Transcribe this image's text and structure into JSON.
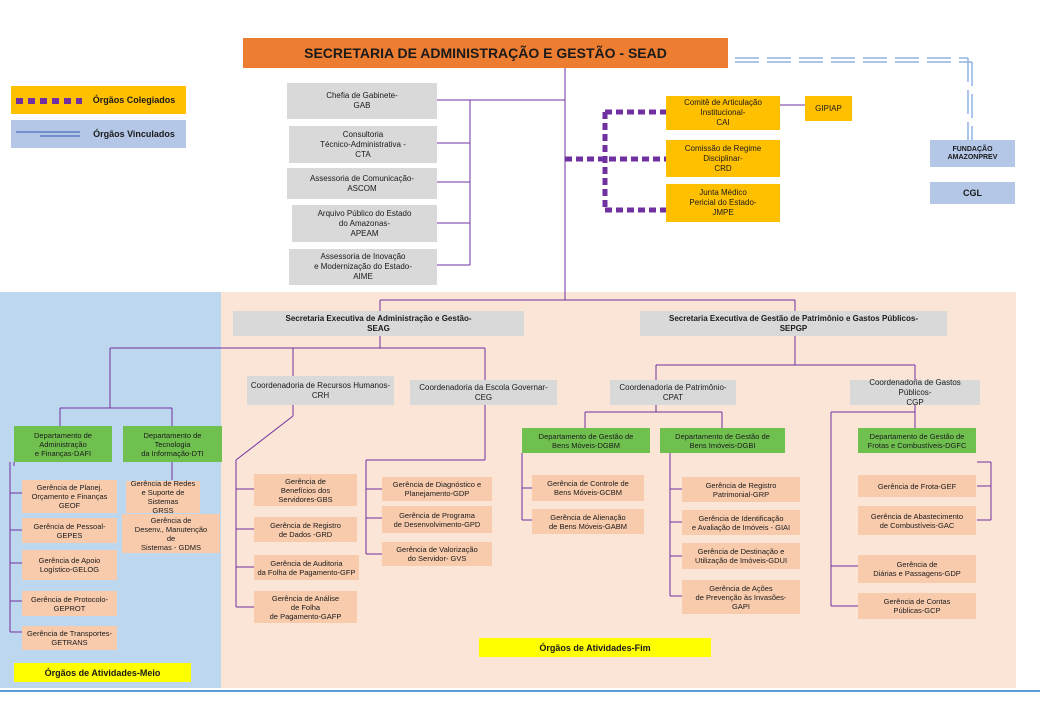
{
  "title": "SECRETARIA DE ADMINISTRAÇÃO E GESTÃO - SEAD",
  "legend": {
    "colegiados": "Órgãos Colegiados",
    "vinculados": "Órgãos Vinculados"
  },
  "staff": {
    "gab": "Chefia de Gabinete-\nGAB",
    "cta": "Consultoria\nTécnico-Administrativa -\nCTA",
    "ascom": "Assessoria de Comunicação-\nASCOM",
    "apeam": "Arquivo Público do Estado\ndo  Amazonas-\nAPEAM",
    "aime": "Assessoria de Inovação\ne Modernização  do Estado-\nAIME"
  },
  "colegiados": {
    "cai": "Comitê de Articulação\nInstitucional-\nCAI",
    "gipiap": "GIPIAP",
    "crd": "Comissão de Regime\nDisciplinar-\nCRD",
    "jmpe": "Junta Médico\nPericial do Estado-\nJMPE"
  },
  "vinculados": {
    "amazonprev": "FUNDAÇÃO\nAMAZONPREV",
    "cgl": "CGL"
  },
  "seag": {
    "name": "Secretaria Executiva de Administração e Gestão-\nSEAG",
    "dafi": "Departamento  de\nAdministração\ne Finanças-DAFI",
    "dti": "Departamento  de\nTecnologia\nda Informação-DTI",
    "geof": "Gerência de Planej.\nOrçamento e Finanças\nGEOF",
    "gepes": "Gerência de Pessoal-\nGEPES",
    "gelog": "Gerência de Apoio\nLogístico-GELOG",
    "geprot": "Gerência de Protocolo-\nGEPROT",
    "getrans": "Gerência de Transportes-\nGETRANS",
    "grss": "Gerência de Redes\ne Suporte de Sistemas\nGRSS",
    "gdms": "Gerência  de\nDesenv.,  Manutenção\nde\nSistemas - GDMS",
    "crh": "Coordenadoria  de  Recursos Humanos-\nCRH",
    "ceg": "Coordenadoria  da Escola Governar-\nCEG",
    "gbs": "Gerência de\nBenefícios  dos\nServidores-GBS",
    "grd": "Gerência de Registro\nde Dados  -GRD",
    "gfp": "Gerência de Auditoria\nda  Folha de Pagamento-GFP",
    "gafp": "Gerência de  Análise\nde Folha\nde Pagamento-GAFP",
    "gdp": "Gerência de Diagnóstico e\nPlanejamento-GDP",
    "gpd": "Gerência de Programa\nde Desenvolvimento-GPD",
    "gvs": "Gerência de Valorização\ndo Servidor-  GVS"
  },
  "sepgp": {
    "name": "Secretaria Executiva de Gestão de Patrimônio e Gastos Públicos-\nSEPGP",
    "cpat": "Coordenadoria  de  Patrimônio-\nCPAT",
    "cgp": "Coordenadoria  de  Gastos Públicos-\nCGP",
    "dgbm": "Departamento de Gestão de\nBens Móveis-DGBM",
    "dgbi": "Departamento de Gestão de\nBens Imóveis-DGBI",
    "dgfc": "Departamento de Gestão de\nFrotas e Combustíveis-DGFC",
    "gcbm": "Gerência de Controle de\nBens Móveis-GCBM",
    "gabm": "Gerência de Alienação\nde  Bens  Móveis-GABM",
    "grp": "Gerência de Registro\nPatrimonial-GRP",
    "giai": "Gerência de Identificação\ne Avaliação de Imóveis  - GIAI",
    "gdui": "Gerência de Destinação e\nUtilização de Imóveis-GDUI",
    "gapi": "Gerência de Ações\nde Prevenção  às Invasões-\nGAPI",
    "gef": "Gerência de Frota-GEF",
    "gac": "Gerência de Abastecimento\nde Combustíveis-GAC",
    "gdp2": "Gerência de\nDiárias e Passagens-GDP",
    "gcp": "Gerência de Contas\nPúblicas-GCP"
  },
  "areas": {
    "meio": "Órgãos de Atividades-Meio",
    "fim": "Órgãos de Atividades-Fim"
  },
  "colors": {
    "title_bg": "#ed7d31",
    "colegiado": "#7030a0",
    "vinculado": "#8eb4e3",
    "meio_bg": "#bdd7ee",
    "fim_bg": "#fbe5d6",
    "line": "#7030a0"
  }
}
